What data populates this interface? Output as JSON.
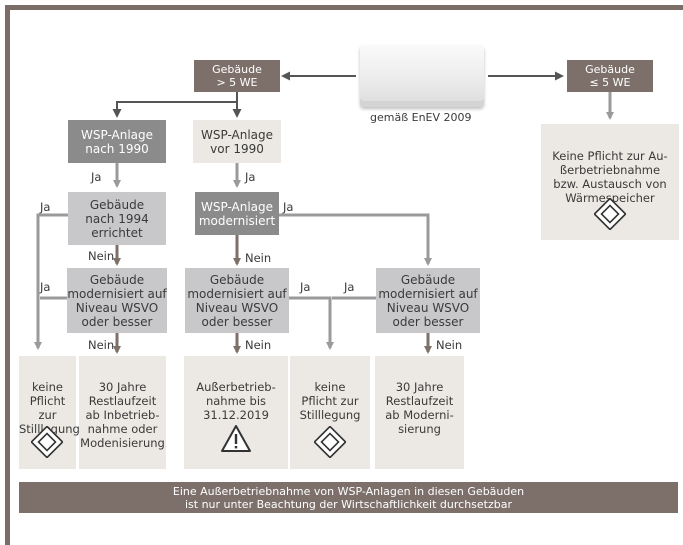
{
  "top": {
    "left_box": "Gebäude\n> 5 WE",
    "right_box": "Gebäude\n≤ 5 WE",
    "device_caption": "gemäß EnEV 2009",
    "right_result": "Keine Pflicht zur Au-\nßerbetriebnahme\nbzw. Austausch von\nWärmespeicher"
  },
  "nodes": {
    "wsp_nach_1990": "WSP-Anlage\nnach 1990",
    "wsp_vor_1990": "WSP-Anlage\nvor 1990",
    "gebaeude_nach_1994": "Gebäude\nnach 1994\nerrichtet",
    "wsp_modernisiert": "WSP-Anlage\nmodernisiert",
    "modernisiert_left": "Gebäude\nmodernisiert auf\nNiveau WSVO\noder besser",
    "modernisiert_mid": "Gebäude\nmodernisiert auf\nNiveau WSVO\noder besser",
    "modernisiert_right": "Gebäude\nmodernisiert auf\nNiveau WSVO\noder besser"
  },
  "labels": {
    "ja": "Ja",
    "nein": "Nein"
  },
  "results": {
    "r1": "keine\nPflicht zur\nStilllegung",
    "r2": "30 Jahre\nRestlaufzeit\nab Inbetrieb-\nnahme oder\nModenisierung",
    "r3": "Außerbetrieb-\nnahme bis\n31.12.2019",
    "r4": "keine\nPflicht zur\nStilllegung",
    "r5": "30 Jahre\nRestlaufzeit\nab Moderni-\nsierung"
  },
  "footer": "Eine Außerbetriebnahme von WSP-Anlagen in diesen Gebäuden\nist nur unter Beachtung der Wirtschaftlichkeit durchsetzbar",
  "icons": {
    "check": "diamond-check-icon",
    "warning": "warning-triangle-icon",
    "device": "wall-heater-unit"
  },
  "colors": {
    "frame": "#7b6e68",
    "brown_box": "#7d706a",
    "dark_box": "#8b8b8b",
    "light_box": "#c8c8ca",
    "cream_box": "#ece8e3",
    "arrow_gray": "#9a9a9a",
    "arrow_brown": "#7d706a"
  }
}
